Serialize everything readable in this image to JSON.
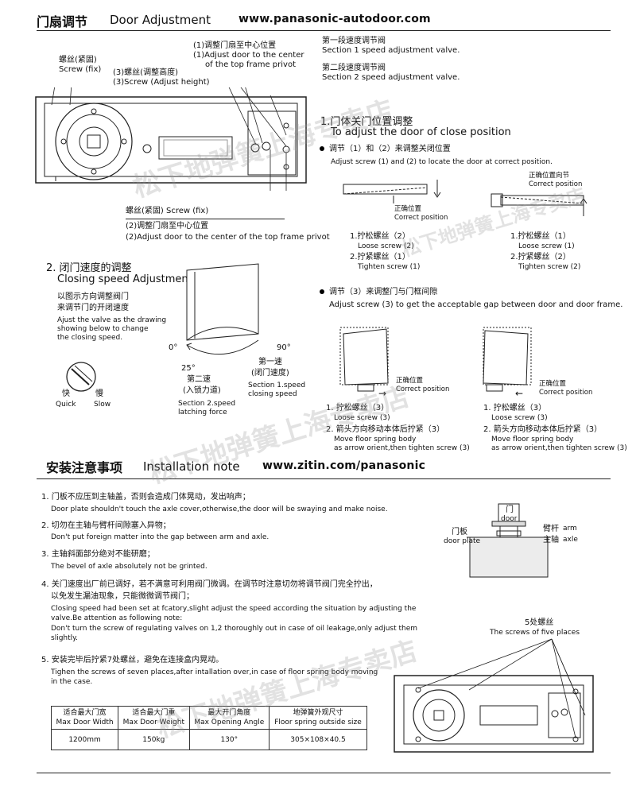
{
  "header": {
    "title_cn": "门扇调节",
    "title_en": "Door Adjustment",
    "url": "www.panasonic-autodoor.com"
  },
  "diagram_labels": {
    "screw_fix_cn": "螺丝(紧固)",
    "screw_fix_en": "Screw (fix)",
    "screw3_cn": "(3)螺丝(调整高度)",
    "screw3_en": "(3)Screw (Adjust height)",
    "adj1_cn": "(1)调整门扇至中心位置",
    "adj1_en1": "(1)Adjust door to the center",
    "adj1_en2": "of the top frame privot",
    "sec1_cn": "第一段速度调节阀",
    "sec1_en": "Section 1 speed adjustment valve.",
    "sec2_cn": "第二段速度调节阀",
    "sec2_en": "Section 2 speed adjustment valve.",
    "screw_fix_bottom": "螺丝(紧固)  Screw (fix)",
    "adj2_cn": "(2)调整门扇至中心位置",
    "adj2_en": "(2)Adjust door to the center of the top frame privot"
  },
  "close_position": {
    "heading_cn": "1.门体关门位置调整",
    "heading_en": "To adjust the door of close position",
    "bullet_cn": "调节（1）和（2）来调整关闭位置",
    "bullet_en": "Adjust screw (1) and (2) to locate the door at correct position.",
    "correct_dir_cn": "正确位置向节",
    "correct_dir_en": "Correct position",
    "correct_cn": "正确位置",
    "correct_en": "Correct position",
    "left_steps": [
      {
        "cn": "1.拧松螺丝（2）",
        "en": "Loose screw (2)"
      },
      {
        "cn": "2.拧紧螺丝（1）",
        "en": "Tighten screw (1)"
      }
    ],
    "right_steps": [
      {
        "cn": "1.拧松螺丝（1）",
        "en": "Loose screw (1)"
      },
      {
        "cn": "2.拧紧螺丝（2）",
        "en": "Tighten screw (2)"
      }
    ]
  },
  "gap": {
    "bullet_cn": "调节（3）来调整门与门框间隙",
    "bullet_en": "Adjust screw (3) to get the acceptable gap between door and door frame.",
    "correct_cn": "正确位置",
    "correct_en": "Correct position",
    "left_steps": [
      {
        "cn": "1. 拧松螺丝（3）",
        "en": "Loose screw (3)"
      },
      {
        "cn": "2. 箭头方向移动本体后拧紧（3）",
        "en1": "Move floor spring body",
        "en2": "as arrow orient,then tighten screw (3)"
      }
    ],
    "right_steps": [
      {
        "cn": "1. 拧松螺丝（3）",
        "en": "Loose screw (3)"
      },
      {
        "cn": "2. 箭头方向移动本体后拧紧（3）",
        "en1": "Move floor spring body",
        "en2": "as arrow orient,then tighten screw (3)"
      }
    ]
  },
  "closing_speed": {
    "heading_cn": "2. 闭门速度的调整",
    "heading_en": "Closing speed Adjustment",
    "desc_cn1": "以图示方向调整阀门",
    "desc_cn2": "来调节门的开闭速度",
    "desc_en1": "Ajust the valve as the drawing",
    "desc_en2": "showing below to change",
    "desc_en3": "the closing speed.",
    "deg0": "0°",
    "deg25": "25°",
    "deg90": "90°",
    "sec2_cn1": "第二速",
    "sec2_cn2": "(入锁力道)",
    "sec2_en1": "Section 2.speed",
    "sec2_en2": "latching force",
    "sec1_cn1": "第一速",
    "sec1_cn2": "(闭门速度)",
    "sec1_en1": "Section 1.speed",
    "sec1_en2": "closing speed",
    "fast_cn": "快",
    "slow_cn": "慢",
    "fast_en": "Quick",
    "slow_en": "Slow"
  },
  "install": {
    "title_cn": "安装注意事项",
    "title_en": "Installation note",
    "url": "www.zitin.com/panasonic",
    "notes": [
      {
        "cn": "1. 门板不应压到主轴盖，否则会造成门体晃动，发出响声；",
        "en": "Door plate shouldn't touch the axle cover,otherwise,the door will be swaying and make noise."
      },
      {
        "cn": "2. 切勿在主轴与臂杆间隙塞入异物；",
        "en": "Don't put foreign matter into the gap between arm and axle."
      },
      {
        "cn": "3. 主轴斜面部分绝对不能研磨；",
        "en": "The bevel of axle absolutely not be grinted."
      },
      {
        "cn": "4. 关门速度出厂前已调好，若不满意可利用阀门微调。在调节时注意切勿将调节阀门完全拧出，",
        "cn2": "以免发生漏油现象，只能微微调节阀门；",
        "en": "Closing speed had been set at fcatory,slight adjust the speed according the situation by adjusting the",
        "en2": "valve.Be attention as following note:",
        "en3": "Don't turn the screw of regulating valves on 1,2 thoroughly out in case of oil leakage,only adjust them",
        "en4": "slightly."
      },
      {
        "cn": "5. 安装完毕后拧紧7处螺丝，避免在连接盒内晃动。",
        "en": "Tighen the screws of seven places,after intallation over,in case of floor spring body moving",
        "en2": "in the case."
      }
    ],
    "axle_labels": {
      "door_cn": "门",
      "door_en": "door",
      "plate_cn": "门板",
      "plate_en": "door plate",
      "arm_cn": "臂杆",
      "arm_en": "arm",
      "axle_cn": "主轴",
      "axle_en": "axle"
    },
    "screws_cn": "5处螺丝",
    "screws_en": "The screws of five places"
  },
  "specs": {
    "headers": [
      {
        "cn": "适合最大门宽",
        "en": "Max Door Width"
      },
      {
        "cn": "适合最大门重",
        "en": "Max Door Weight"
      },
      {
        "cn": "最大开门角度",
        "en": "Max Opening Angle"
      },
      {
        "cn": "地弹簧外观尺寸",
        "en": "Floor spring outside size"
      }
    ],
    "values": [
      "1200mm",
      "150kg",
      "130°",
      "305×108×40.5"
    ]
  },
  "watermarks": [
    "松下地弹簧上海专卖店",
    "松下地弹簧上海专卖店",
    "松下地弹簧上海专卖店",
    "松下地弹簧上海专卖店"
  ]
}
